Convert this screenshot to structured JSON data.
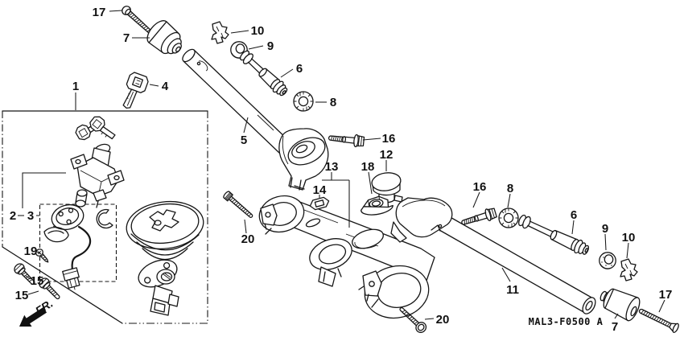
{
  "figure": {
    "code": "MAL3-F0500 A",
    "front_marker": "FR.",
    "callouts": {
      "c1": "1",
      "c2": "2",
      "c3": "3",
      "c4": "4",
      "c5": "5",
      "c6a": "6",
      "c6b": "6",
      "c7a": "7",
      "c7b": "7",
      "c8a": "8",
      "c8b": "8",
      "c9a": "9",
      "c9b": "9",
      "c10a": "10",
      "c10b": "10",
      "c11": "11",
      "c12": "12",
      "c13": "13",
      "c14": "14",
      "c15a": "15",
      "c15b": "15",
      "c16a": "16",
      "c16b": "16",
      "c17a": "17",
      "c17b": "17",
      "c18": "18",
      "c19": "19",
      "c20a": "20",
      "c20b": "20"
    }
  }
}
